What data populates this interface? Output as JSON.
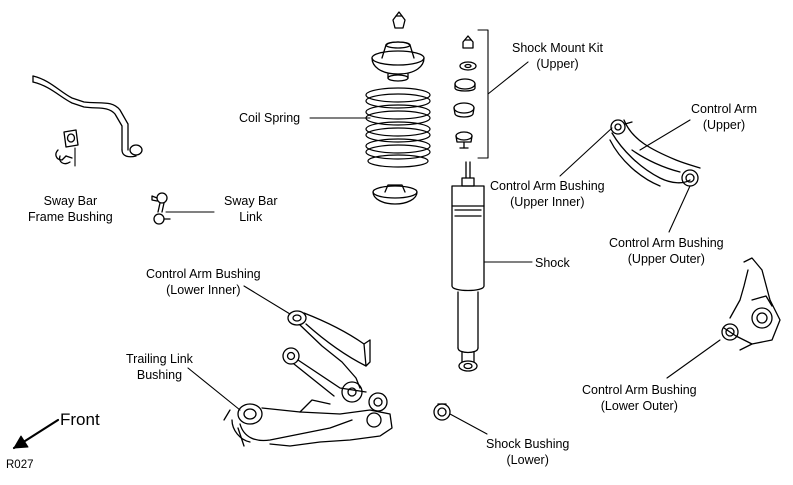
{
  "labels": {
    "shock_mount_kit": [
      "Shock Mount Kit",
      "(Upper)"
    ],
    "control_arm_upper": [
      "Control Arm",
      "(Upper)"
    ],
    "coil_spring": [
      "Coil Spring"
    ],
    "control_arm_bushing_upper_inner": [
      "Control Arm Bushing",
      "(Upper Inner)"
    ],
    "sway_bar_frame_bushing": [
      "Sway Bar",
      "Frame Bushing"
    ],
    "sway_bar_link": [
      "Sway Bar",
      "Link"
    ],
    "control_arm_bushing_upper_outer": [
      "Control Arm Bushing",
      "(Upper Outer)"
    ],
    "shock": [
      "Shock"
    ],
    "control_arm_bushing_lower_inner": [
      "Control Arm Bushing",
      "(Lower Inner)"
    ],
    "trailing_link_bushing": [
      "Trailing Link",
      "Bushing"
    ],
    "control_arm_bushing_lower_outer": [
      "Control Arm Bushing",
      "(Lower Outer)"
    ],
    "shock_bushing_lower": [
      "Shock Bushing",
      "(Lower)"
    ]
  },
  "front_label": "Front",
  "diagram_code": "R027"
}
